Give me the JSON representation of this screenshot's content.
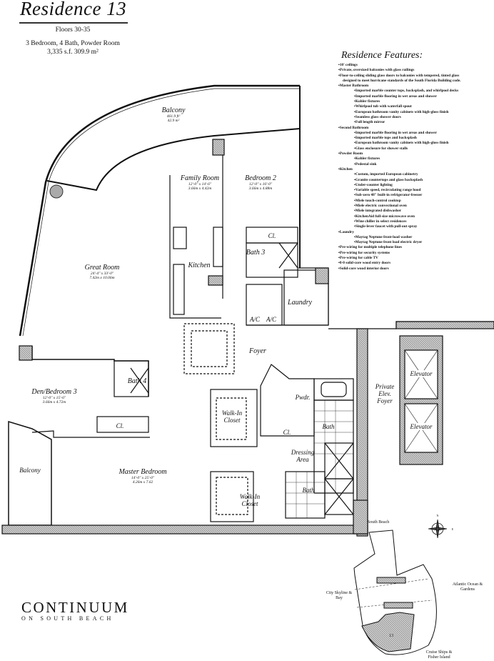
{
  "header": {
    "title": "Residence 13",
    "floors": "Floors 30-35",
    "layout": "3 Bedroom, 4 Bath, Powder Room",
    "area": "3,335 s.f.  309.9 m²"
  },
  "features": {
    "heading": "Residence Features:",
    "items": [
      {
        "level": 0,
        "text": "10' ceilings"
      },
      {
        "level": 0,
        "text": "Private, oversized balconies with glass railings"
      },
      {
        "level": 0,
        "text": "Floor-to-ceiling sliding glass doors to balconies with tempered, tinted glass"
      },
      {
        "level": -1,
        "text": "designed to meet hurricane standards of the South Florida Building code."
      },
      {
        "level": 0,
        "text": "Master Bathroom"
      },
      {
        "level": 1,
        "text": "Imported marble counter tops, backsplash, and whirlpool decks"
      },
      {
        "level": 1,
        "text": "Imported marble flooring in wet areas and shower"
      },
      {
        "level": 1,
        "text": "Kohler fixtures"
      },
      {
        "level": 1,
        "text": "Whirlpool tub with waterfall spout"
      },
      {
        "level": 1,
        "text": "European bathroom vanity cabinets with high-gloss finish"
      },
      {
        "level": 1,
        "text": "Seamless glass shower doors"
      },
      {
        "level": 1,
        "text": "Full length mirror"
      },
      {
        "level": 0,
        "text": "Second Bathroom"
      },
      {
        "level": 1,
        "text": "Imported marble flooring in wet areas and shower"
      },
      {
        "level": 1,
        "text": "Imported marble tops and backsplash"
      },
      {
        "level": 1,
        "text": "European bathroom vanity cabinets with high-gloss finish"
      },
      {
        "level": 1,
        "text": "Glass enclosure for shower stalls"
      },
      {
        "level": 0,
        "text": "Powder Room"
      },
      {
        "level": 1,
        "text": "Kohler fixtures"
      },
      {
        "level": 1,
        "text": "Pedestal sink"
      },
      {
        "level": 0,
        "text": "Kitchen"
      },
      {
        "level": 1,
        "text": "Custom, imported European cabinetry"
      },
      {
        "level": 1,
        "text": "Granite countertops and glass backsplash"
      },
      {
        "level": 1,
        "text": "Under-counter lighting"
      },
      {
        "level": 1,
        "text": "Variable speed, recirculating range hood"
      },
      {
        "level": 1,
        "text": "Sub-zero 48\" built-in refrigerator-freezer"
      },
      {
        "level": 1,
        "text": "Miele touch-control cooktop"
      },
      {
        "level": 1,
        "text": "Miele electric convectional oven"
      },
      {
        "level": 1,
        "text": "Miele integrated dishwasher"
      },
      {
        "level": 1,
        "text": "KitchenAid full-size microwave oven"
      },
      {
        "level": 1,
        "text": "Wine chiller in select residences"
      },
      {
        "level": 1,
        "text": "Single-lever faucet with pull-out spray"
      },
      {
        "level": 0,
        "text": "Laundry"
      },
      {
        "level": 1,
        "text": "Maytag Neptune front-load washer"
      },
      {
        "level": 1,
        "text": "Maytag Neptune front load electric dryer"
      },
      {
        "level": 0,
        "text": "Pre-wiring for multiple telephone lines"
      },
      {
        "level": 0,
        "text": "Pre-wiring for security systems"
      },
      {
        "level": 0,
        "text": "Pre-wiring for cable TV"
      },
      {
        "level": 0,
        "text": "8-0 solid-core wood entry doors"
      },
      {
        "level": 0,
        "text": "Solid-core wood interior doors"
      }
    ]
  },
  "rooms": {
    "balcony_top": {
      "name": "Balcony",
      "dim1": "461.9 ft²",
      "dim2": "42.9 m²"
    },
    "family_room": {
      "name": "Family Room",
      "dim1": "12'-0\" x 14'-6\"",
      "dim2": "3.66m x 4.42m"
    },
    "bedroom2": {
      "name": "Bedroom 2",
      "dim1": "12'-0\" x 16'-0\"",
      "dim2": "3.66m x 4.88m"
    },
    "great_room": {
      "name": "Great Room",
      "dim1": "24'-4\" x 33'-0\"",
      "dim2": "7.42m x 10.06m"
    },
    "kitchen": "Kitchen",
    "bath3": "Bath 3",
    "closet_b2": "Cl.",
    "laundry": "Laundry",
    "ac1": "A/C",
    "ac2": "A/C",
    "foyer": "Foyer",
    "den": {
      "name": "Den/Bedroom 3",
      "dim1": "12'-0\" x 15'-6\"",
      "dim2": "3.66m x 4.72m"
    },
    "bath4": "Bath 4",
    "closet_den": "Cl.",
    "powder": "Pwdr.",
    "walkin1": "Walk-In Closet",
    "closet_master": "Cl.",
    "bath_master": "Bath",
    "dressing": "Dressing Area",
    "balcony_left": "Balcony",
    "master": {
      "name": "Master Bedroom",
      "dim1": "14'-0\" x 25'-0\"",
      "dim2": "4.26m x 7.62"
    },
    "walkin2": "Walk-In Closet",
    "bath_master2": "Bath",
    "elev_foyer": "Private Elev. Foyer",
    "elevator1": "Elevator",
    "elevator2": "Elevator"
  },
  "site_plan": {
    "north": "South Beach",
    "west": "City Skyline & Bay",
    "east": "Atlantic Ocean & Gardens",
    "south": "Cruise Ships & Fisher Island",
    "unit": "13",
    "compass": {
      "n": "N",
      "e": "E"
    }
  },
  "logo": {
    "main": "CONTINUUM",
    "sub": "ON SOUTH BEACH"
  },
  "colors": {
    "ink": "#111111",
    "hatch": "#9a9a9a"
  }
}
